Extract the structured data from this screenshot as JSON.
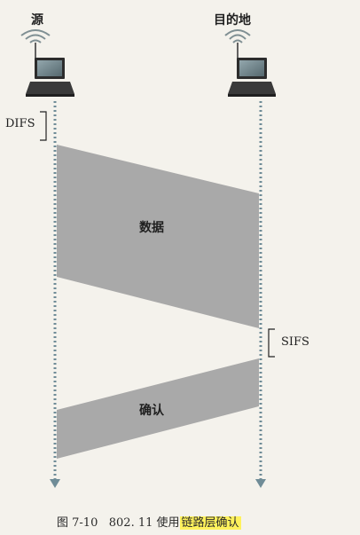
{
  "nodes": {
    "source": "源",
    "destination": "目的地"
  },
  "intervals": {
    "difs": "DIFS",
    "sifs": "SIFS"
  },
  "frames": {
    "data": "数据",
    "ack": "确认"
  },
  "caption": {
    "figure": "图 7-10",
    "number": "802. 11 使用",
    "highlight": "链路层确认"
  },
  "colors": {
    "frame_fill": "#a9a9a9",
    "highlight": "#fff25c",
    "timeline": "#6f8c97"
  }
}
